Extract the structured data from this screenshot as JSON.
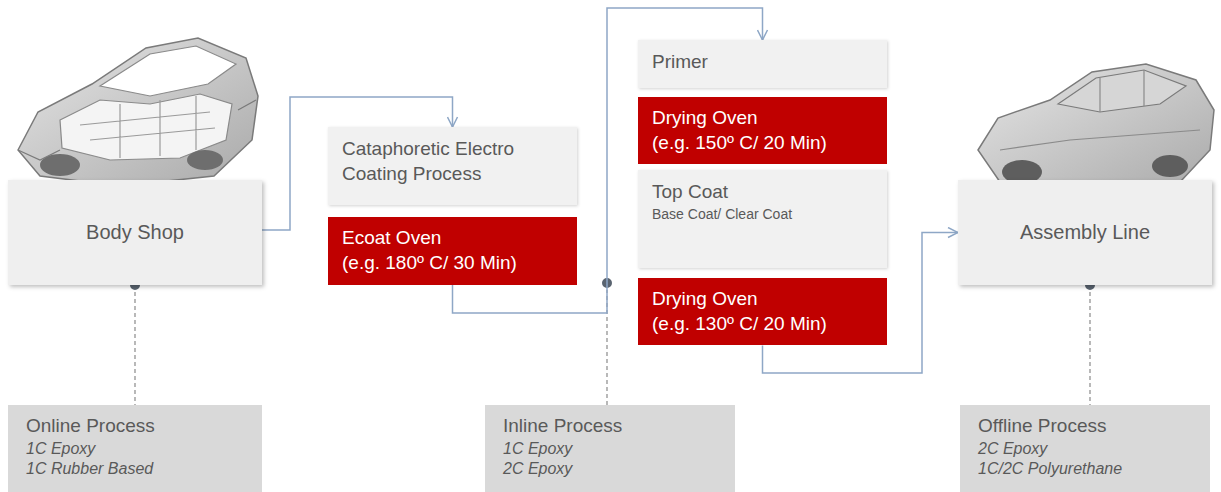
{
  "diagram": {
    "nodes": [
      {
        "text": [
          "Body Shop"
        ]
      },
      {
        "text": [
          "Online Process",
          "1C Epoxy",
          "1C Rubber Based"
        ]
      },
      {
        "text": [
          "Cataphoretic Electro Coating Process"
        ]
      },
      {
        "text": [
          "Ecoat Oven",
          "(e.g. 180º C/ 30 Min)"
        ]
      },
      {
        "text": [
          "Inline Process",
          "1C Epoxy",
          "2C Epoxy"
        ]
      },
      {
        "text": [
          "Primer"
        ]
      },
      {
        "text": [
          "Drying Oven",
          "(e.g. 150º C/ 20 Min)"
        ]
      },
      {
        "text": [
          "Top Coat",
          "Base Coat/ Clear Coat"
        ]
      },
      {
        "text": [
          "Drying Oven",
          "(e.g. 130º C/ 20 Min)"
        ]
      },
      {
        "text": [
          "Assembly Line"
        ]
      },
      {
        "text": [
          "Offline Process",
          "2C Epoxy",
          "1C/2C Polyurethane"
        ]
      }
    ],
    "edges": [
      {
        "from": 0,
        "to": 2,
        "arrow": "to"
      },
      {
        "from": 3,
        "to": 5,
        "arrow": "to"
      },
      {
        "from": 8,
        "to": 9,
        "arrow": "to"
      },
      {
        "from": 0,
        "to": 1,
        "arrow": "none"
      },
      {
        "from": 9,
        "to": 10,
        "arrow": "none"
      }
    ]
  }
}
